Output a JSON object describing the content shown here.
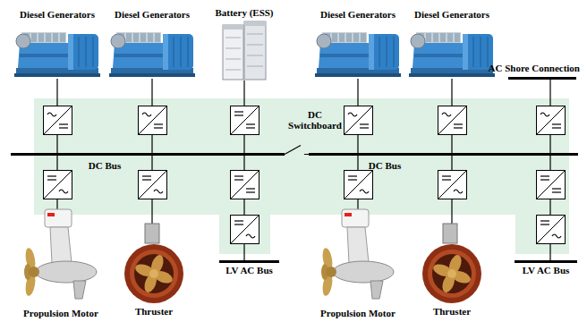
{
  "diagram": {
    "nodes": [
      {
        "text": [
          "Diesel Generators"
        ]
      },
      {
        "text": [
          "Diesel Generators"
        ]
      },
      {
        "text": [
          "Battery (ESS)"
        ]
      },
      {
        "text": [
          "Diesel Generators"
        ]
      },
      {
        "text": [
          "Diesel Generators"
        ]
      },
      {
        "text": [
          "AC Shore Connection"
        ]
      },
      {
        "text": [
          "DC Switchboard"
        ]
      },
      {
        "text": [
          "DC Bus"
        ]
      },
      {
        "text": [
          "DC Bus"
        ]
      },
      {
        "text": [
          "Propulsion Motor"
        ]
      },
      {
        "text": [
          "Thruster"
        ]
      },
      {
        "text": [
          "LV AC Bus"
        ]
      },
      {
        "text": [
          "Propulsion Motor"
        ]
      },
      {
        "text": [
          "Thruster"
        ]
      },
      {
        "text": [
          "LV AC Bus"
        ]
      }
    ],
    "edges": [
      {
        "from": 0,
        "to": 7,
        "arrow": "none"
      },
      {
        "from": 1,
        "to": 7,
        "arrow": "none"
      },
      {
        "from": 2,
        "to": 7,
        "arrow": "none"
      },
      {
        "from": 3,
        "to": 8,
        "arrow": "none"
      },
      {
        "from": 4,
        "to": 8,
        "arrow": "none"
      },
      {
        "from": 5,
        "to": 8,
        "arrow": "none"
      },
      {
        "from": 7,
        "to": 8,
        "arrow": "none"
      },
      {
        "from": 7,
        "to": 9,
        "arrow": "none"
      },
      {
        "from": 7,
        "to": 10,
        "arrow": "none"
      },
      {
        "from": 7,
        "to": 11,
        "arrow": "none"
      },
      {
        "from": 8,
        "to": 12,
        "arrow": "none"
      },
      {
        "from": 8,
        "to": 13,
        "arrow": "none"
      },
      {
        "from": 8,
        "to": 14,
        "arrow": "none"
      }
    ]
  }
}
